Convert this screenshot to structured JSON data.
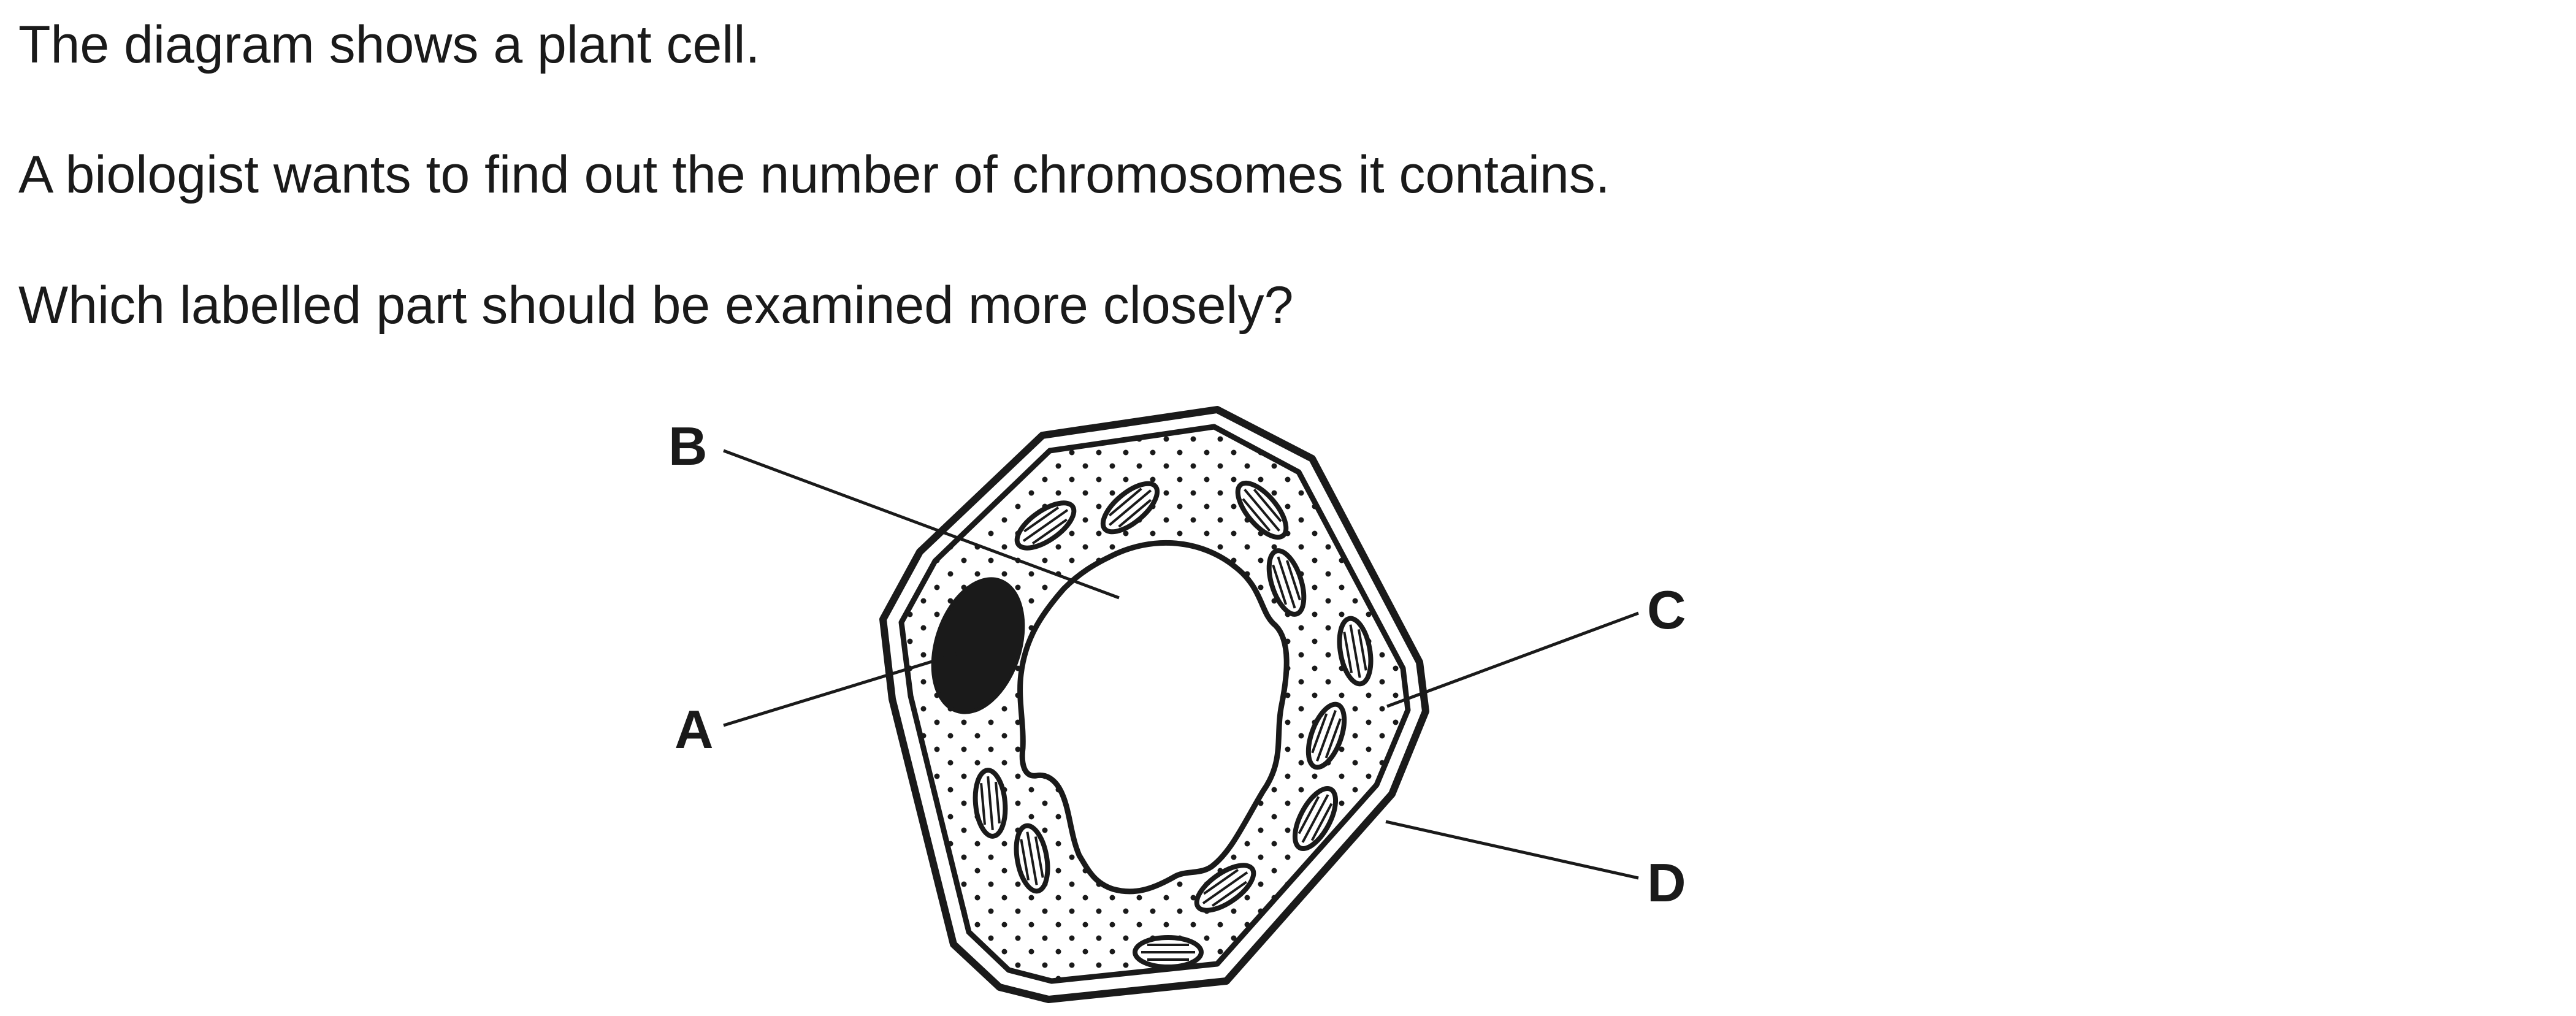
{
  "question": {
    "line1": "The diagram shows a plant cell.",
    "line2": "A biologist wants to find out the number of chromosomes it contains.",
    "line3": "Which labelled part should be examined more closely?"
  },
  "diagram": {
    "labels": {
      "a": "A",
      "b": "B",
      "c": "C",
      "d": "D"
    }
  }
}
